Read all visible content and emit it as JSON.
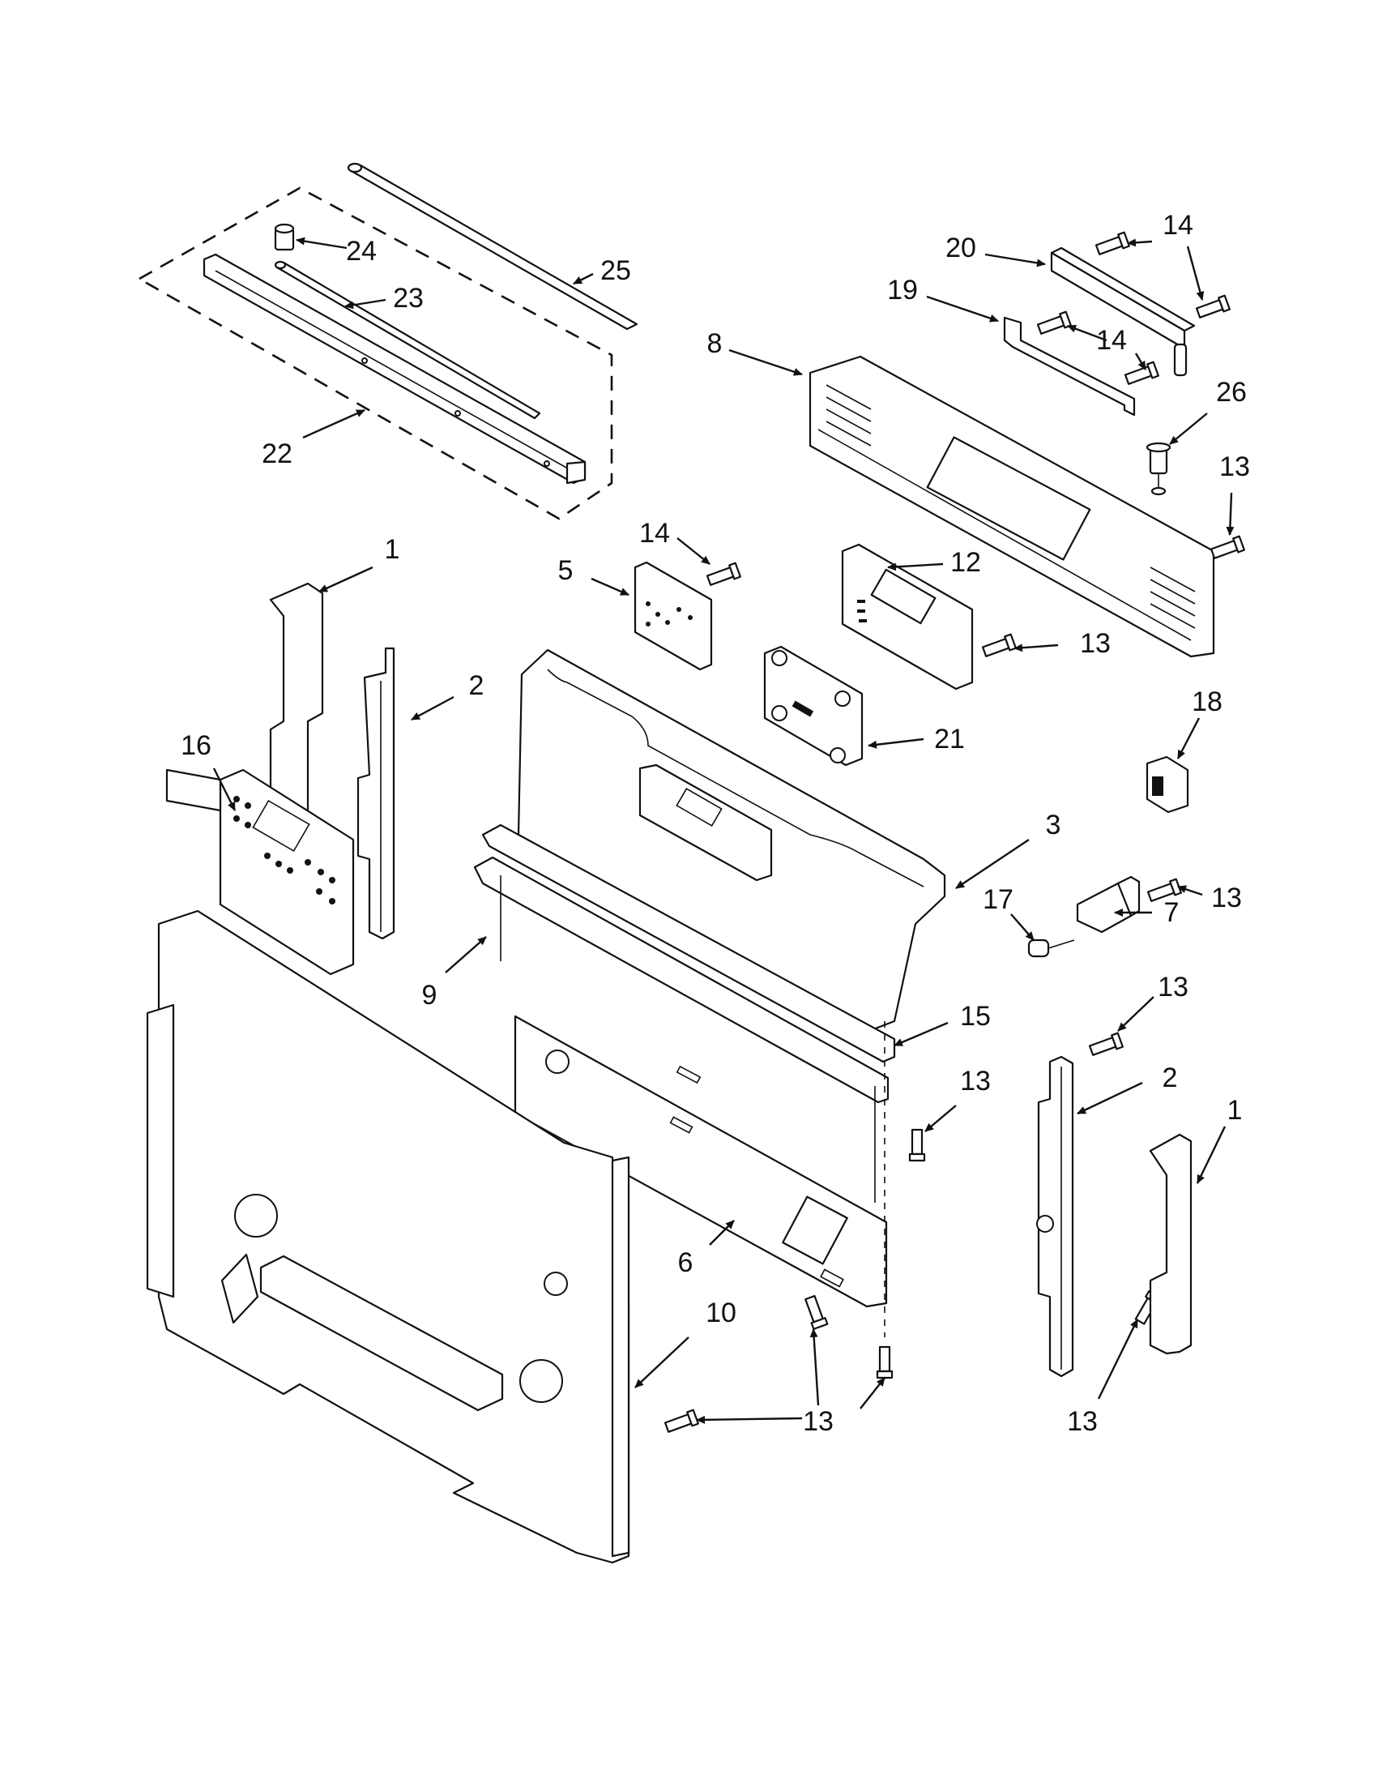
{
  "diagram": {
    "callouts": [
      {
        "id": "c24",
        "label": "24"
      },
      {
        "id": "c25",
        "label": "25"
      },
      {
        "id": "c23",
        "label": "23"
      },
      {
        "id": "c22",
        "label": "22"
      },
      {
        "id": "c20",
        "label": "20"
      },
      {
        "id": "c14a",
        "label": "14"
      },
      {
        "id": "c19",
        "label": "19"
      },
      {
        "id": "c14b",
        "label": "14"
      },
      {
        "id": "c8",
        "label": "8"
      },
      {
        "id": "c26",
        "label": "26"
      },
      {
        "id": "c13a",
        "label": "13"
      },
      {
        "id": "c14c",
        "label": "14"
      },
      {
        "id": "c5",
        "label": "5"
      },
      {
        "id": "c12",
        "label": "12"
      },
      {
        "id": "c13b",
        "label": "13"
      },
      {
        "id": "c1a",
        "label": "1"
      },
      {
        "id": "c2a",
        "label": "2"
      },
      {
        "id": "c21",
        "label": "21"
      },
      {
        "id": "c18",
        "label": "18"
      },
      {
        "id": "c16",
        "label": "16"
      },
      {
        "id": "c3",
        "label": "3"
      },
      {
        "id": "c13c",
        "label": "13"
      },
      {
        "id": "c17",
        "label": "17"
      },
      {
        "id": "c7",
        "label": "7"
      },
      {
        "id": "c9",
        "label": "9"
      },
      {
        "id": "c13d",
        "label": "13"
      },
      {
        "id": "c15",
        "label": "15"
      },
      {
        "id": "c13e",
        "label": "13"
      },
      {
        "id": "c2b",
        "label": "2"
      },
      {
        "id": "c1b",
        "label": "1"
      },
      {
        "id": "c6",
        "label": "6"
      },
      {
        "id": "c10",
        "label": "10"
      },
      {
        "id": "c13f",
        "label": "13"
      },
      {
        "id": "c13g",
        "label": "13"
      }
    ]
  }
}
